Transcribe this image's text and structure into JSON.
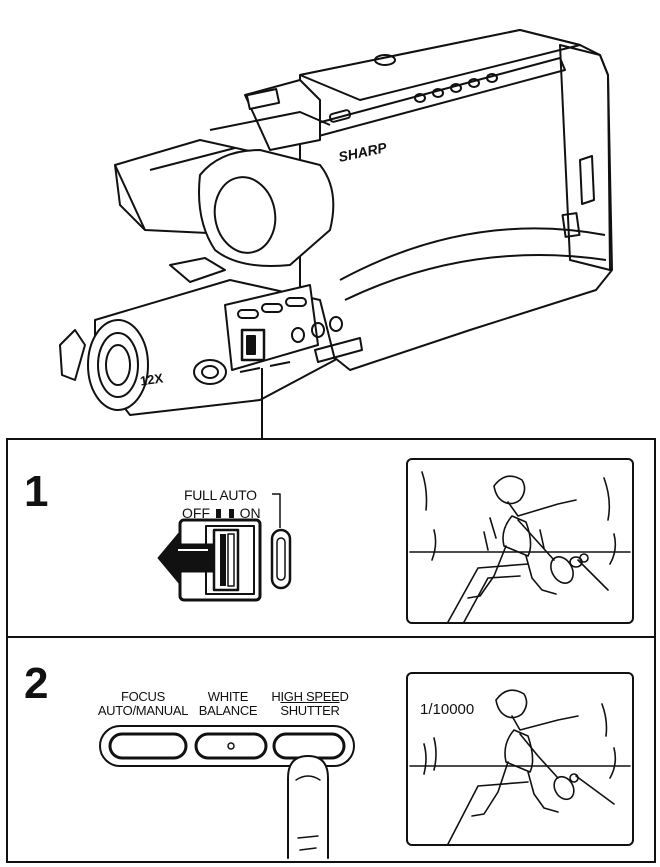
{
  "camcorder": {
    "brand": "SHARP",
    "zoom_badge": "12X"
  },
  "step1": {
    "number": "1",
    "switch_title": "FULL AUTO",
    "off_label": "OFF",
    "on_label": "ON"
  },
  "step2": {
    "number": "2",
    "buttons": [
      {
        "label_line1": "FOCUS",
        "label_line2": "AUTO/MANUAL"
      },
      {
        "label_line1": "WHITE",
        "label_line2": "BALANCE"
      },
      {
        "label_line1": "HIGH SPEED",
        "label_line2": "SHUTTER"
      }
    ],
    "shutter_readout": "1/10000"
  },
  "colors": {
    "ink": "#111111",
    "paper": "#ffffff"
  }
}
